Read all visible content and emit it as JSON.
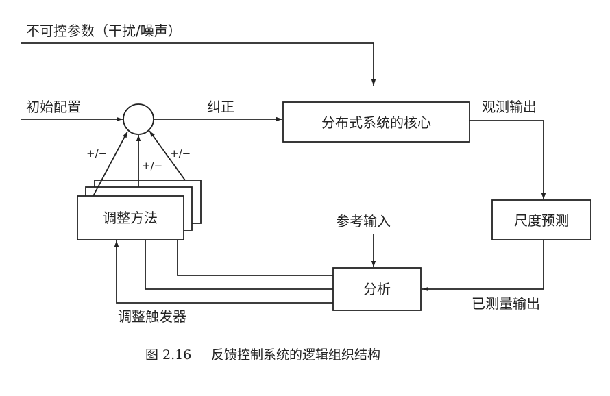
{
  "diagram": {
    "labels": {
      "disturbance": "不可控参数（干扰/噪声）",
      "initial_config": "初始配置",
      "correction": "纠正",
      "observed_output": "观测输出",
      "reference_input": "参考输入",
      "measured_output": "已测量输出",
      "adjust_trigger": "调整触发器",
      "sign_left": "+/−",
      "sign_middle": "+/−",
      "sign_right": "+/−"
    },
    "nodes": {
      "core": "分布式系统的核心",
      "metric_prediction": "尺度预测",
      "adjust_method": "调整方法",
      "analysis": "分析"
    },
    "caption": {
      "figure_number": "图 2.16",
      "title": "反馈控制系统的逻辑组织结构"
    }
  }
}
